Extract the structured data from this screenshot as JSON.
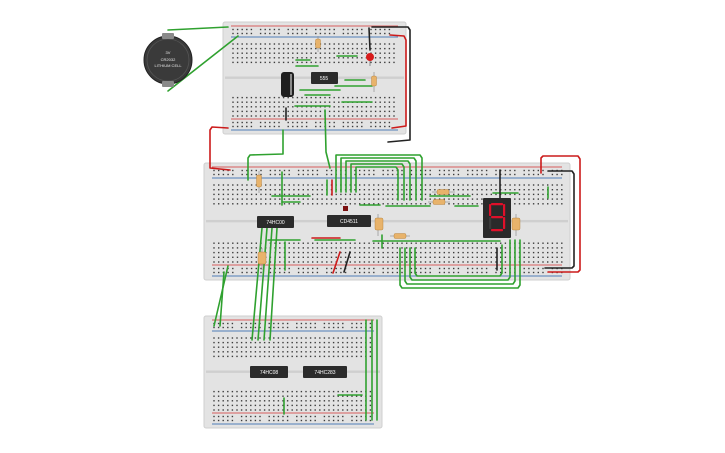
{
  "colors": {
    "board": "#e3e3e3",
    "board_edge": "#cfcfcf",
    "hole": "#3c3c3c",
    "rail_red": "#d32f2f",
    "rail_blue": "#1e5aa8",
    "wire_green": "#2fa12f",
    "wire_red": "#cc1b1b",
    "wire_black": "#222222",
    "chip": "#2b2b2b",
    "resistor": "#e8b36b",
    "led_red": "#d81b1b",
    "capacitor": "#1f1f1f",
    "display_body": "#2a2a2a",
    "display_segment": "#e0102a",
    "battery": "#3a3a3a"
  },
  "battery": {
    "name": "coin-cell-battery",
    "lines": [
      "3V",
      "CR2032",
      "LITHIUM CELL"
    ]
  },
  "boards": [
    {
      "name": "breadboard-top",
      "chips": [
        {
          "name": "chip-555",
          "label": "555"
        }
      ]
    },
    {
      "name": "breadboard-middle",
      "chips": [
        {
          "name": "chip-74hc00",
          "label": "74HC00"
        },
        {
          "name": "chip-cd4511",
          "label": "CD4511"
        }
      ]
    },
    {
      "name": "breadboard-bottom",
      "chips": [
        {
          "name": "chip-74hc08",
          "label": "74HC08"
        },
        {
          "name": "chip-74hc283",
          "label": "74HC283"
        }
      ]
    }
  ],
  "display": {
    "name": "seven-segment-display",
    "digit": "9"
  }
}
